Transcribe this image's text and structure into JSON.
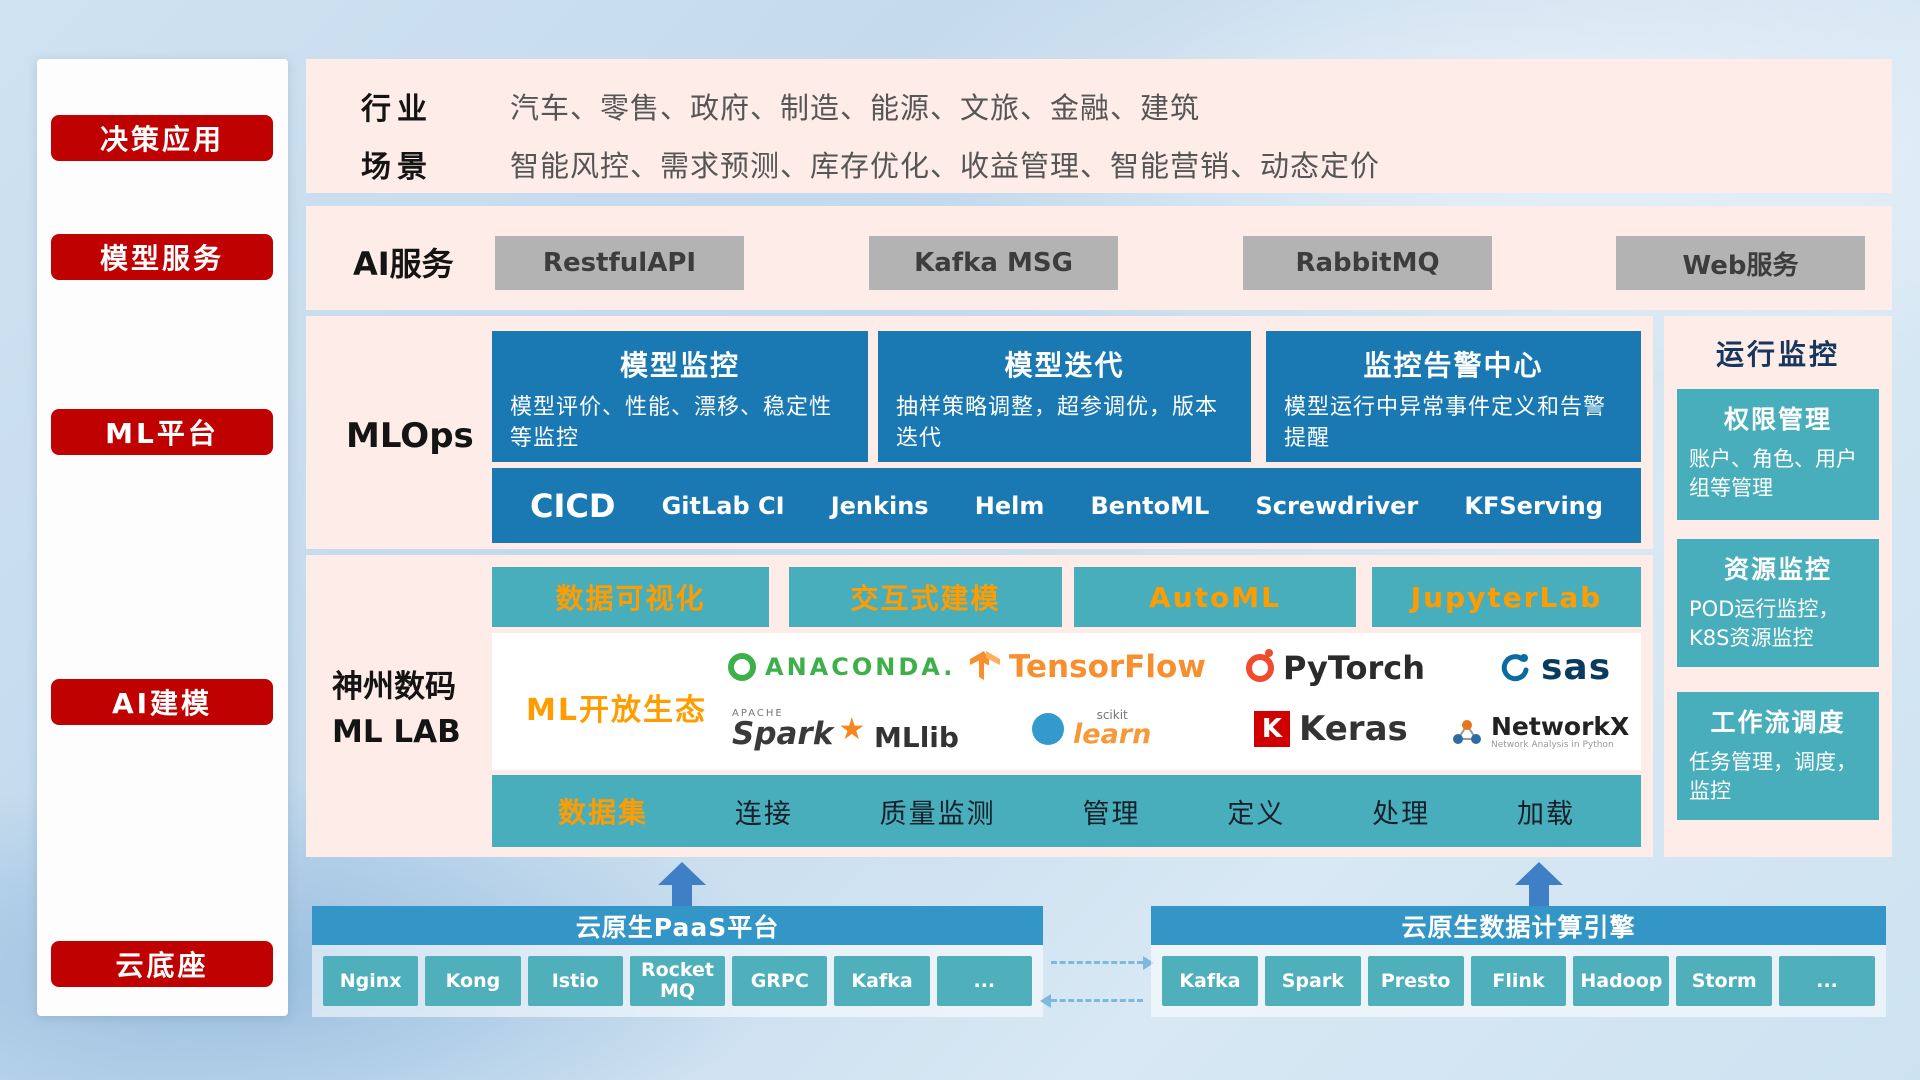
{
  "sidebar": {
    "items": [
      {
        "label": "决策应用"
      },
      {
        "label": "模型服务"
      },
      {
        "label": "ML平台"
      },
      {
        "label": "AI建模"
      },
      {
        "label": "云底座"
      }
    ]
  },
  "industry": {
    "row1_label": "行业",
    "row1_text": "汽车、零售、政府、制造、能源、文旅、金融、建筑",
    "row2_label": "场景",
    "row2_text": "智能风控、需求预测、库存优化、收益管理、智能营销、动态定价"
  },
  "ai_service": {
    "label": "AI服务",
    "services": [
      "RestfulAPI",
      "Kafka MSG",
      "RabbitMQ",
      "Web服务"
    ]
  },
  "mlops": {
    "label": "MLOps",
    "cards": [
      {
        "title": "模型监控",
        "desc": "模型评价、性能、漂移、稳定性等监控"
      },
      {
        "title": "模型迭代",
        "desc": "抽样策略调整，超参调优，版本迭代"
      },
      {
        "title": "监控告警中心",
        "desc": "模型运行中异常事件定义和告警提醒"
      }
    ],
    "cicd_label": "CICD",
    "cicd_tools": [
      "GitLab CI",
      "Jenkins",
      "Helm",
      "BentoML",
      "Screwdriver",
      "KFServing"
    ]
  },
  "monitor": {
    "title": "运行监控",
    "cards": [
      {
        "title": "权限管理",
        "desc": "账户、角色、用户组等管理"
      },
      {
        "title": "资源监控",
        "desc": "POD运行监控，K8S资源监控"
      },
      {
        "title": "工作流调度",
        "desc": "任务管理，调度，监控"
      }
    ]
  },
  "mllab": {
    "label_line1": "神州数码",
    "label_line2": "ML LAB",
    "tool_tabs": [
      "数据可视化",
      "交互式建模",
      "AutoML",
      "JupyterLab"
    ],
    "ecosystem_label": "ML开放生态",
    "logos": {
      "anaconda": "ANACONDA.",
      "tensorflow": "TensorFlow",
      "pytorch": "PyTorch",
      "sas": "sas",
      "spark_top": "APACHE",
      "spark": "Spark",
      "mllib": "MLlib",
      "scikit_top": "scikit",
      "scikit": "learn",
      "keras_k": "K",
      "keras": "Keras",
      "networkx": "NetworkX",
      "networkx_sub": "Network Analysis in Python"
    },
    "dataset_label": "数据集",
    "dataset_items": [
      "连接",
      "质量监测",
      "管理",
      "定义",
      "处理",
      "加载"
    ]
  },
  "cloud": {
    "paas_title": "云原生PaaS平台",
    "paas_items": [
      "Nginx",
      "Kong",
      "Istio",
      "RocketMQ",
      "GRPC",
      "Kafka",
      "..."
    ],
    "engine_title": "云原生数据计算引擎",
    "engine_items": [
      "Kafka",
      "Spark",
      "Presto",
      "Flink",
      "Hadoop",
      "Storm",
      "..."
    ]
  },
  "colors": {
    "accent_red": "#c00101",
    "card_blue": "#1a79b3",
    "teal": "#49aebc",
    "panel_pink": "#fdece7",
    "button_gray": "#b3b3b3",
    "orange_text": "#ff9d00",
    "arrow_blue": "#3e7fc6",
    "cloud_header_blue": "#3496c6",
    "monitor_title_navy": "#17365d"
  }
}
